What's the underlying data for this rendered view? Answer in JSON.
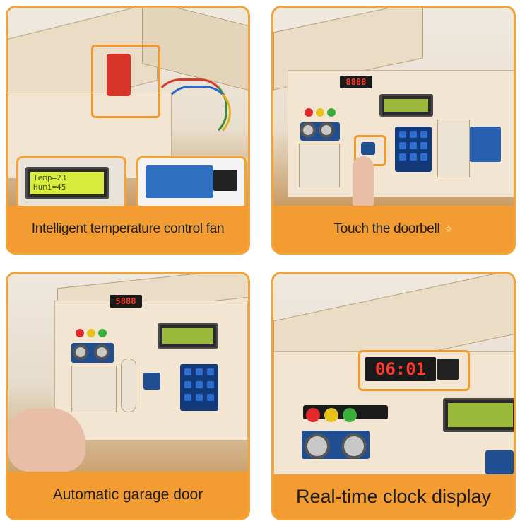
{
  "cards": [
    {
      "caption": "Intelligent temperature control fan",
      "lcd_line1": "Temp=23",
      "lcd_line2": "Humi=45"
    },
    {
      "caption": "Touch the doorbell"
    },
    {
      "caption": "Automatic garage door",
      "display": "5888"
    },
    {
      "caption": "Real-time clock display",
      "display": "06:01"
    }
  ],
  "colors": {
    "accent": "#f29c31",
    "wood": "#f2e6d3",
    "lcd_green": "#9bb93a",
    "keypad_blue": "#1f4e92",
    "digit_red": "#ff3a2a"
  },
  "icons": [
    "bell-sparkle-icon"
  ]
}
